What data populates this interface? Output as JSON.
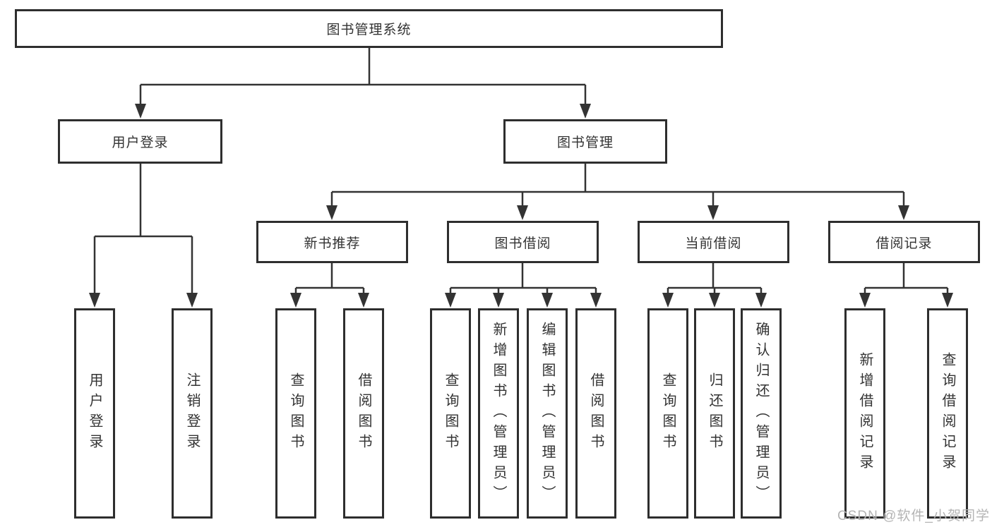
{
  "colors": {
    "line": "#333333",
    "box_border": "#2e2e2e",
    "box_background": "#ffffff",
    "text": "#333333",
    "watermark_text": "#b4b4b4",
    "page_background": "#ffffff"
  },
  "watermark": "CSDN @软件_小贺同学",
  "tree": {
    "root": {
      "label": "图书管理系统"
    },
    "children": [
      {
        "label": "用户登录",
        "children": [
          {
            "label": "用户登录"
          },
          {
            "label": "注销登录"
          }
        ]
      },
      {
        "label": "图书管理",
        "children": [
          {
            "label": "新书推荐",
            "children": [
              {
                "label": "查询图书"
              },
              {
                "label": "借阅图书"
              }
            ]
          },
          {
            "label": "图书借阅",
            "children": [
              {
                "label": "查询图书"
              },
              {
                "label": "新增图书（管理员）"
              },
              {
                "label": "编辑图书（管理员）"
              },
              {
                "label": "借阅图书"
              }
            ]
          },
          {
            "label": "当前借阅",
            "children": [
              {
                "label": "查询图书"
              },
              {
                "label": "归还图书"
              },
              {
                "label": "确认归还（管理员）"
              }
            ]
          },
          {
            "label": "借阅记录",
            "children": [
              {
                "label": "新增借阅记录"
              },
              {
                "label": "查询借阅记录"
              }
            ]
          }
        ]
      }
    ]
  }
}
